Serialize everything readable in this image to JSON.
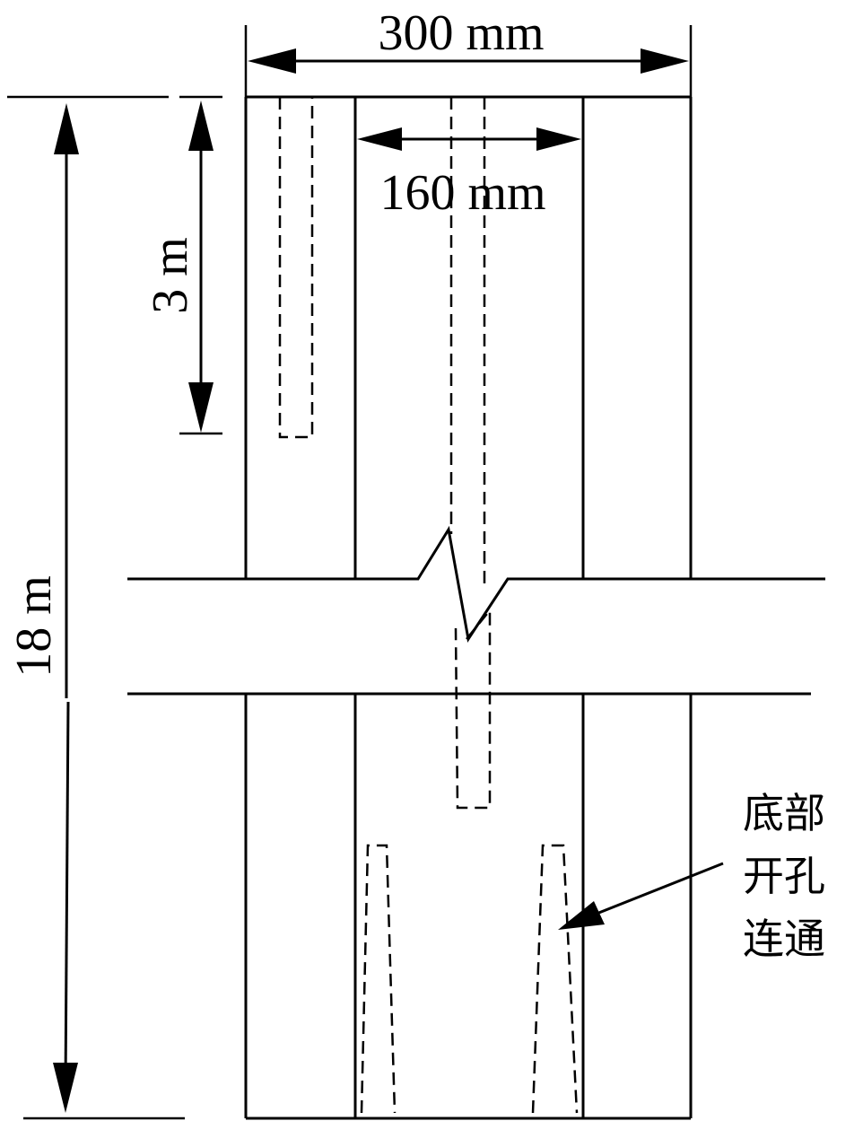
{
  "dimensions": {
    "outer_width": "300 mm",
    "inner_width": "160 mm",
    "top_depth": "3 m",
    "total_length": "18 m"
  },
  "annotation": {
    "lines": [
      "底部",
      "开孔",
      "连通"
    ]
  }
}
